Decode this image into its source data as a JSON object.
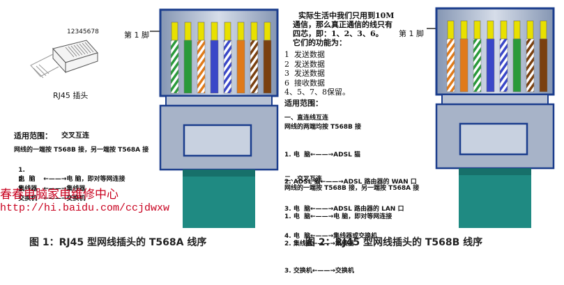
{
  "colors": {
    "plug_outline": "#1a3c8c",
    "plug_body_light": "#d6dde9",
    "plug_body_mid": "#a7b3c8",
    "plug_body_dark": "#8596b3",
    "cable": "#1f8a82",
    "watermark": "#c8001e",
    "pin_gold": "#e8e000",
    "caption": "#222222"
  },
  "left_icon": {
    "part_number": "12345678",
    "label": "RJ45 插头"
  },
  "left_panel": {
    "pin1_label": "第 1 脚",
    "scope_title": "适用范围：",
    "scope_type": "交叉互连",
    "rule": "网线的一端按 T568B 接，另一端按 T568A 接",
    "connections": [
      {
        "n": "1.",
        "from": "电  脑",
        "to": "电 脑，即对等网连接"
      },
      {
        "n": "2.",
        "from": "集线器",
        "to": "集线器"
      },
      {
        "n": "3.",
        "from": "交换机",
        "to": "交换机"
      }
    ],
    "caption": "图 1：RJ45 型网线插头的 T568A 线序"
  },
  "watermark": {
    "line1": "春春电脑家电维修中心",
    "line2": "http://hi.baidu.com/ccjdwxw"
  },
  "middle_notes": {
    "intro_lines": [
      "实际生活中我们只用到10M",
      "通信，那么真正通信的线只有",
      "四芯，即：1、2、3、6。",
      "它们的功能为："
    ],
    "functions": [
      "1  发送数据",
      "2  发送数据",
      "3  发送数据",
      "6  接收数据",
      "4、5、7、8保留。"
    ],
    "scope_title": "适用范围：",
    "straight_title": "一、直连线互连",
    "straight_rule": "网线的两端均按 T568B 接",
    "straight_items": [
      "1. 电  脑←——→ADSL 猫",
      "2. ADSL 猫←——→ADSL 路由器的 WAN 口",
      "3. 电  脑←——→ADSL 路由器的 LAN 口",
      "4. 电  脑←——→集线器或交换机"
    ],
    "cross_title": "二、交叉互连",
    "cross_rule": "网线的一端按 T568B 接，另一端按 T568A 接",
    "cross_items": [
      "1. 电  脑←——→电 脑，即对等网连接",
      "2. 集线器←——→集线器",
      "3. 交换机←——→交换机"
    ]
  },
  "right_panel": {
    "pin1_label": "第 1 脚",
    "caption": "图 2：RJ45 型网线插头的 T568B 线序"
  }
}
